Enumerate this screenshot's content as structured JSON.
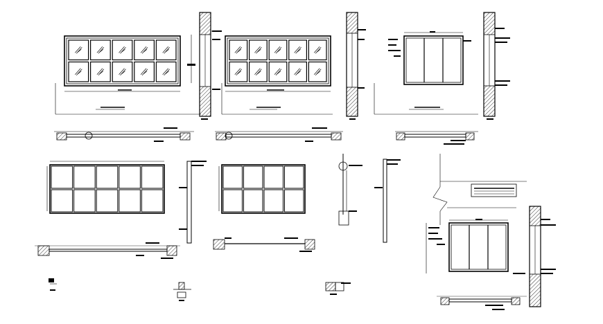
{
  "drawing": {
    "background": "#ffffff",
    "line_color": "#000000",
    "hatch_color": "#000000",
    "sheet_label": ""
  },
  "elements": [
    {
      "name": "window-elevation-10-pane-top-left",
      "kind": "glazed-window",
      "panes": "5x2"
    },
    {
      "name": "window-elevation-10-pane-top-middle",
      "kind": "glazed-window",
      "panes": "5x2"
    },
    {
      "name": "sliding-door-elevation-top-right",
      "kind": "sliding-door",
      "panes": "3x1"
    },
    {
      "name": "window-frame-elevation-10-pane-bottom-left",
      "kind": "frame",
      "panes": "5x2"
    },
    {
      "name": "window-frame-elevation-8-pane-bottom-middle",
      "kind": "frame",
      "panes": "4x2"
    },
    {
      "name": "sliding-door-elevation-bottom-right",
      "kind": "sliding-door",
      "panes": "3x1"
    }
  ]
}
